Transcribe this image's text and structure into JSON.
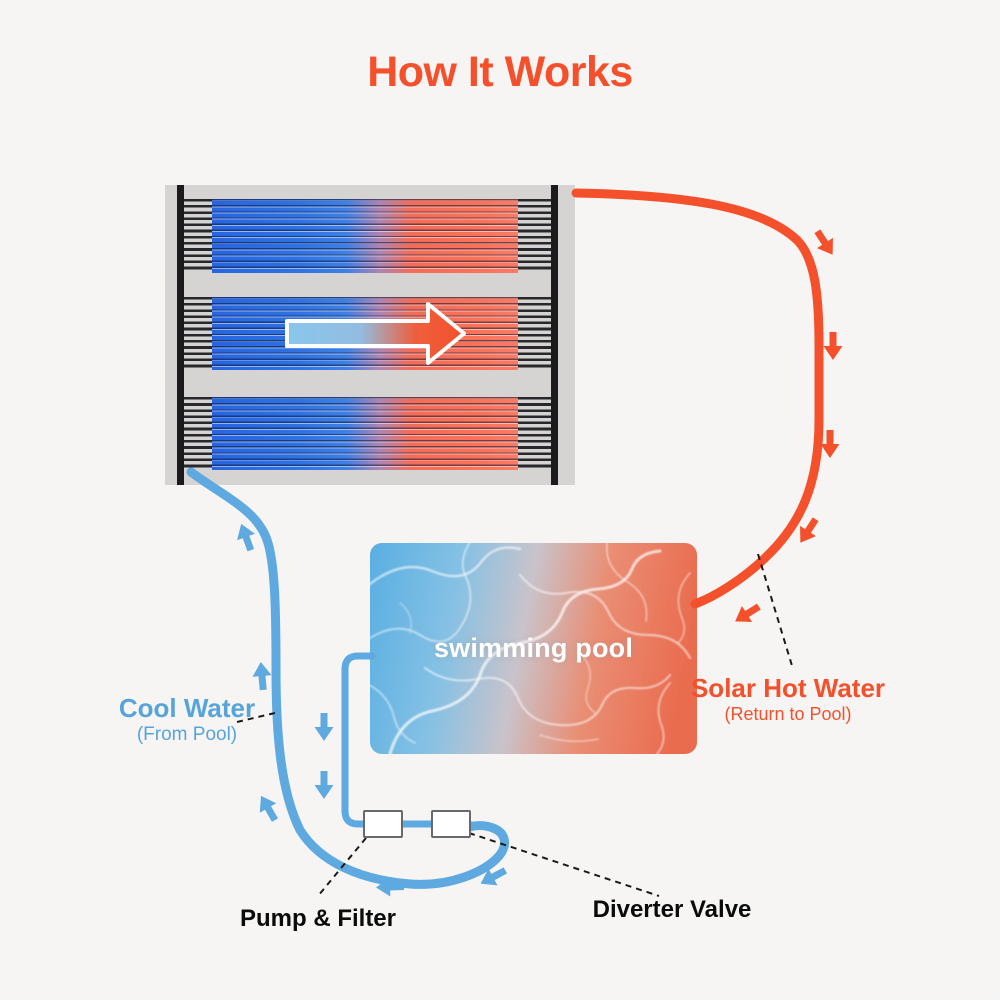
{
  "title": "How It Works",
  "pool": {
    "label": "swimming pool"
  },
  "labels": {
    "cool_water": {
      "title": "Cool Water",
      "subtitle": "(From Pool)"
    },
    "solar_hot_water": {
      "title": "Solar Hot Water",
      "subtitle": "(Return to Pool)"
    },
    "pump_filter": {
      "title": "Pump & Filter"
    },
    "diverter_valve": {
      "title": "Diverter Valve"
    }
  },
  "colors": {
    "accent_orange": "#F4502C",
    "pipe_blue": "#5EA9DF",
    "label_blue": "#57A4DB",
    "text_black": "#0B0B0B",
    "panel_gray": "#D5D4D2",
    "background": "#F6F5F3"
  }
}
